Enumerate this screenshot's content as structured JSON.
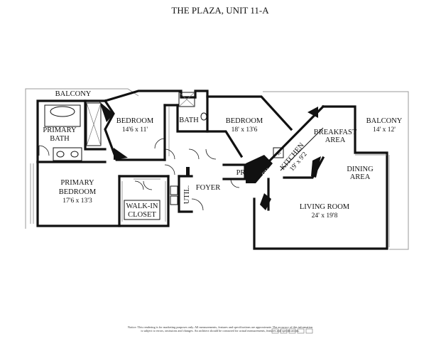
{
  "plan": {
    "title": "THE PLAZA, UNIT 11-A",
    "rooms": {
      "balcony_left": "BALCONY",
      "primary_bath_1": "PRIMARY",
      "primary_bath_2": "BATH",
      "bedroom1_name": "BEDROOM",
      "bedroom1_dim": "14'6 x 11'",
      "bath": "BATH",
      "bedroom2_name": "BEDROOM",
      "bedroom2_dim": "18' x 13'6",
      "breakfast_1": "BREAKFAST",
      "breakfast_2": "AREA",
      "balcony_right_name": "BALCONY",
      "balcony_right_dim": "14' x 12'",
      "dining_1": "DINING",
      "dining_2": "AREA",
      "kitchen_name": "KITCHEN",
      "kitchen_dim": "19' x 9'2",
      "pr": "PR",
      "ov": "OV",
      "r": "R",
      "primary_bed_1": "PRIMARY",
      "primary_bed_2": "BEDROOM",
      "primary_bed_dim": "17'6 x 13'3",
      "walkin_1": "WALK-IN",
      "walkin_2": "CLOSET",
      "util": "UTIL.",
      "foyer": "FOYER",
      "living_name": "LIVING ROOM",
      "living_dim": "24' x 19'8"
    },
    "notice_line1": "Notice: This rendering is for marketing purposes only. All measurements, features and specifications are approximate. The accuracy of this information",
    "notice_line2": "is subject to errors, omissions and changes. An architect should be contacted for actual measurements, features and specifications."
  }
}
